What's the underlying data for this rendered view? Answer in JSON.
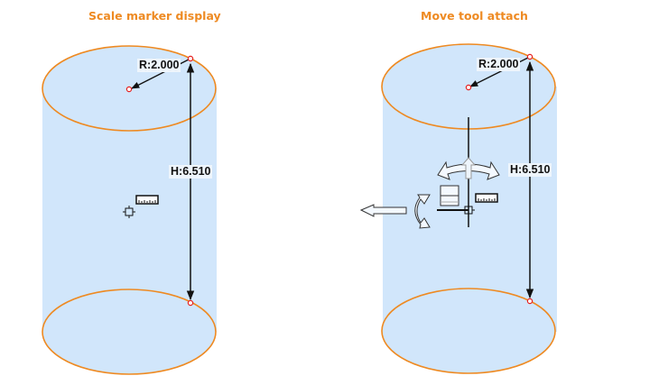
{
  "panels": [
    {
      "caption": "Scale marker display",
      "radius_label": "R:2.000",
      "height_label": "H:6.510",
      "tools": [
        "scale-marker"
      ]
    },
    {
      "caption": "Move tool attach",
      "radius_label": "R:2.000",
      "height_label": "H:6.510",
      "tools": [
        "scale-marker",
        "move-tool"
      ]
    }
  ],
  "colors": {
    "caption": "#ee8a22",
    "cylinder_fill": "#d1e6fb",
    "edge": "#ee8a22",
    "dimension_line": "#111111",
    "point_marker": "#e52020",
    "label_bg": "#eef5fc"
  }
}
